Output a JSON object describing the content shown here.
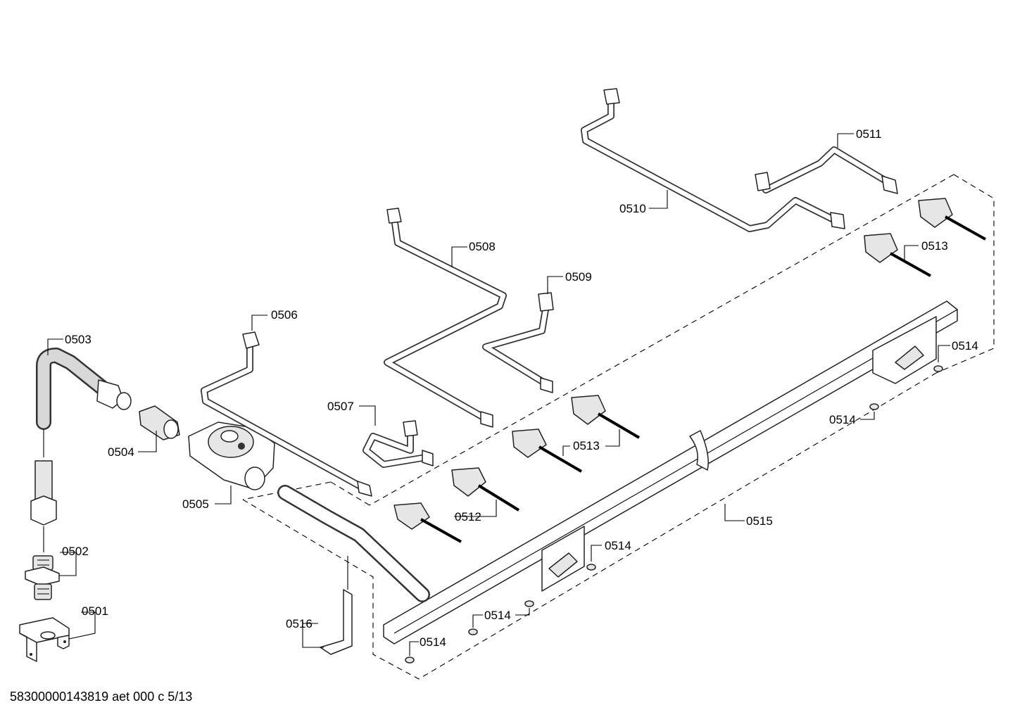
{
  "parts": {
    "p0501": "0501",
    "p0502": "0502",
    "p0503": "0503",
    "p0504": "0504",
    "p0505": "0505",
    "p0506": "0506",
    "p0507": "0507",
    "p0508": "0508",
    "p0509": "0509",
    "p0510": "0510",
    "p0511": "0511",
    "p0512": "0512",
    "p0513": "0513",
    "p0514": "0514",
    "p0515": "0515",
    "p0516": "0516"
  },
  "footer": "58300000143819 aet 000 c 5/13"
}
